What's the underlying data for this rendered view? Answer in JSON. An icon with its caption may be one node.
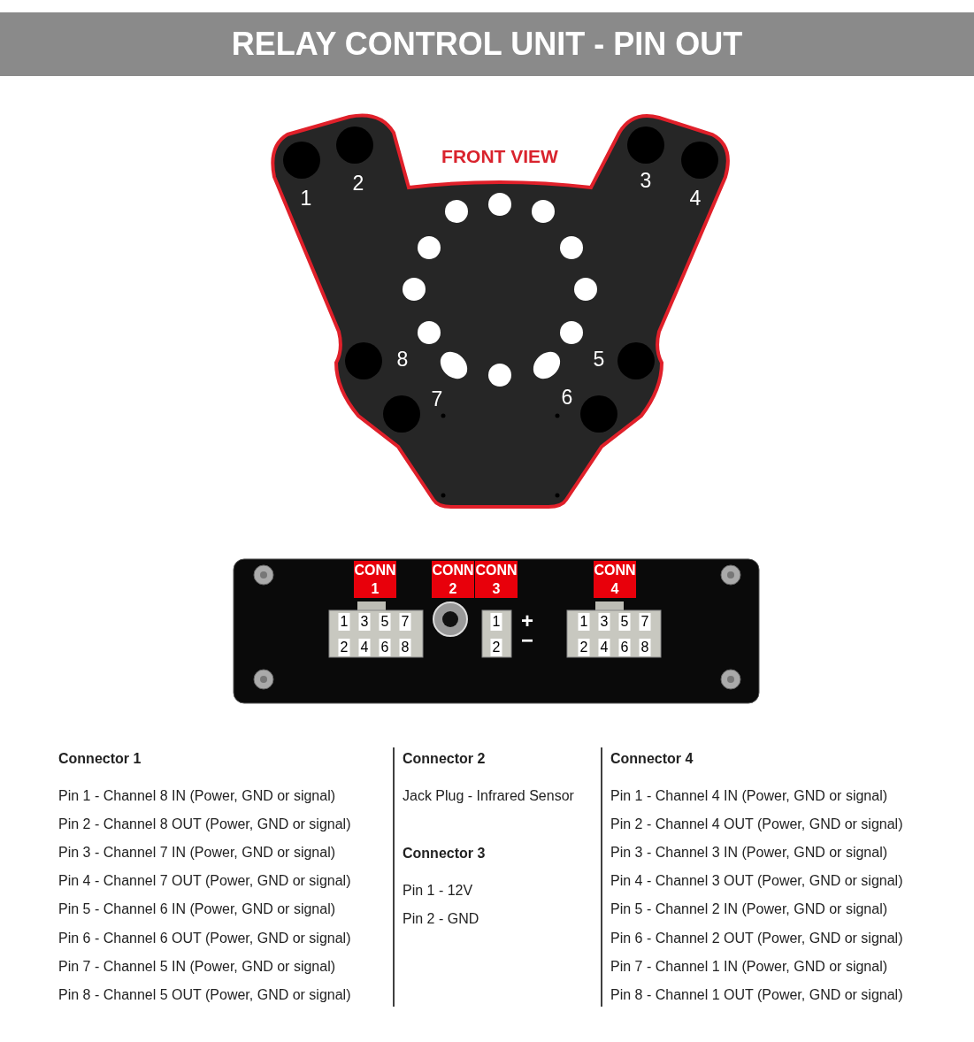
{
  "diagram": {
    "title": "RELAY CONTROL UNIT - PIN OUT",
    "nodes": [
      {
        "text": [
          "CONN 1"
        ]
      },
      {
        "text": [
          "CONN 2"
        ]
      },
      {
        "text": [
          "CONN 3"
        ]
      },
      {
        "text": [
          "CONN 4"
        ]
      },
      {
        "text": [
          "1"
        ]
      },
      {
        "text": [
          "3"
        ]
      },
      {
        "text": [
          "5"
        ]
      },
      {
        "text": [
          "7"
        ]
      },
      {
        "text": [
          "2"
        ]
      },
      {
        "text": [
          "4"
        ]
      },
      {
        "text": [
          "6"
        ]
      },
      {
        "text": [
          "8"
        ]
      },
      {
        "text": [
          "1"
        ]
      },
      {
        "text": [
          "2"
        ]
      },
      {
        "text": [
          "1"
        ]
      },
      {
        "text": [
          "3"
        ]
      },
      {
        "text": [
          "5"
        ]
      },
      {
        "text": [
          "7"
        ]
      },
      {
        "text": [
          "2"
        ]
      },
      {
        "text": [
          "4"
        ]
      },
      {
        "text": [
          "6"
        ]
      },
      {
        "text": [
          "8"
        ]
      }
    ],
    "labels": [
      "FRONT VIEW",
      "1",
      "2",
      "3",
      "4",
      "8",
      "5",
      "7",
      "6",
      "+",
      "−",
      "Connector 1",
      "Pin 1 - Channel 8 IN (Power, GND or signal)",
      "Pin 2 - Channel 8 OUT (Power, GND or signal)",
      "Pin 3 - Channel 7 IN (Power, GND or signal)",
      "Pin 4 - Channel 7 OUT (Power, GND or signal)",
      "Pin 5 - Channel 6 IN (Power, GND or signal)",
      "Pin 6 - Channel 6 OUT (Power, GND or signal)",
      "Pin 7 - Channel 5 IN (Power, GND or signal)",
      "Pin 8 - Channel 5 OUT (Power, GND or signal)",
      "Connector 2",
      "Jack Plug - Infrared Sensor",
      "Connector 3",
      "Pin 1 - 12V",
      "Pin 2 - GND",
      "Connector 4",
      "Pin 1 - Channel 4 IN (Power, GND or signal)",
      "Pin 2 - Channel 4 OUT (Power, GND or signal)",
      "Pin 3 - Channel 3 IN (Power, GND or signal)",
      "Pin 4 - Channel 3 OUT (Power, GND or signal)",
      "Pin 5 - Channel 2 IN (Power, GND or signal)",
      "Pin 6 - Channel 2 OUT (Power, GND or signal)",
      "Pin 7 - Channel 1 IN (Power, GND or signal)",
      "Pin 8 - Channel 1 OUT (Power, GND or signal)"
    ]
  }
}
